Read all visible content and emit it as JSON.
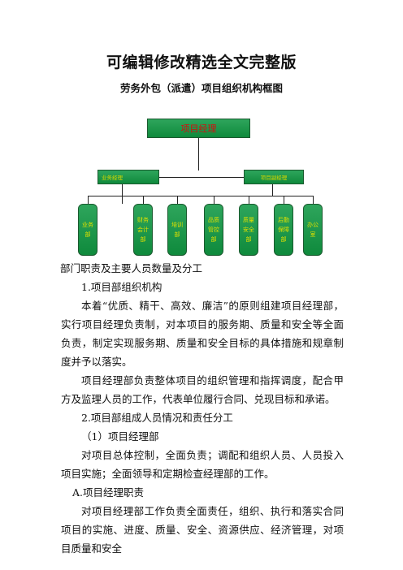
{
  "header": {
    "title": "可编辑修改精选全文完整版",
    "subtitle": "劳务外包（派遣）项目组织机构框图"
  },
  "org_chart": {
    "top": "项目经理",
    "left_mid": "业务经理",
    "right_mid": "项目副经理",
    "departments": [
      "业务部",
      "财务会计部",
      "培训部",
      "品质管控部",
      "质量安全部",
      "后勤保障部",
      "办公室"
    ]
  },
  "content": {
    "section_heading": "部门职责及主要人员数量及分工",
    "item1": "1.项目部组织机构",
    "para1": "本着“优质、精干、高效、廉洁”的原则组建项目经理部，实行项目经理负责制，对本项目的服务期、质量和安全等全面负责，制定实现服务期、质量和安全目标的具体措施和规章制度并予以落实。",
    "para2": "项目经理部负责整体项目的组织管理和指挥调度，配合甲方及监理人员的工作，代表单位履行合同、兑现目标和承诺。",
    "item2": "2.项目部组成人员情况和责任分工",
    "item2_1": "（1）项目经理部",
    "para3": "对项目总体控制，全面负责；调配和组织人员、人员投入项目实施；全面领导和定期检查经理部的工作。",
    "itemA": "A.项目经理职责",
    "para4": "对项目经理部工作负责全面责任，组织、执行和落实合同项目的实施、进度、质量、安全、资源供应、经济管理，对项目质量和安全"
  }
}
